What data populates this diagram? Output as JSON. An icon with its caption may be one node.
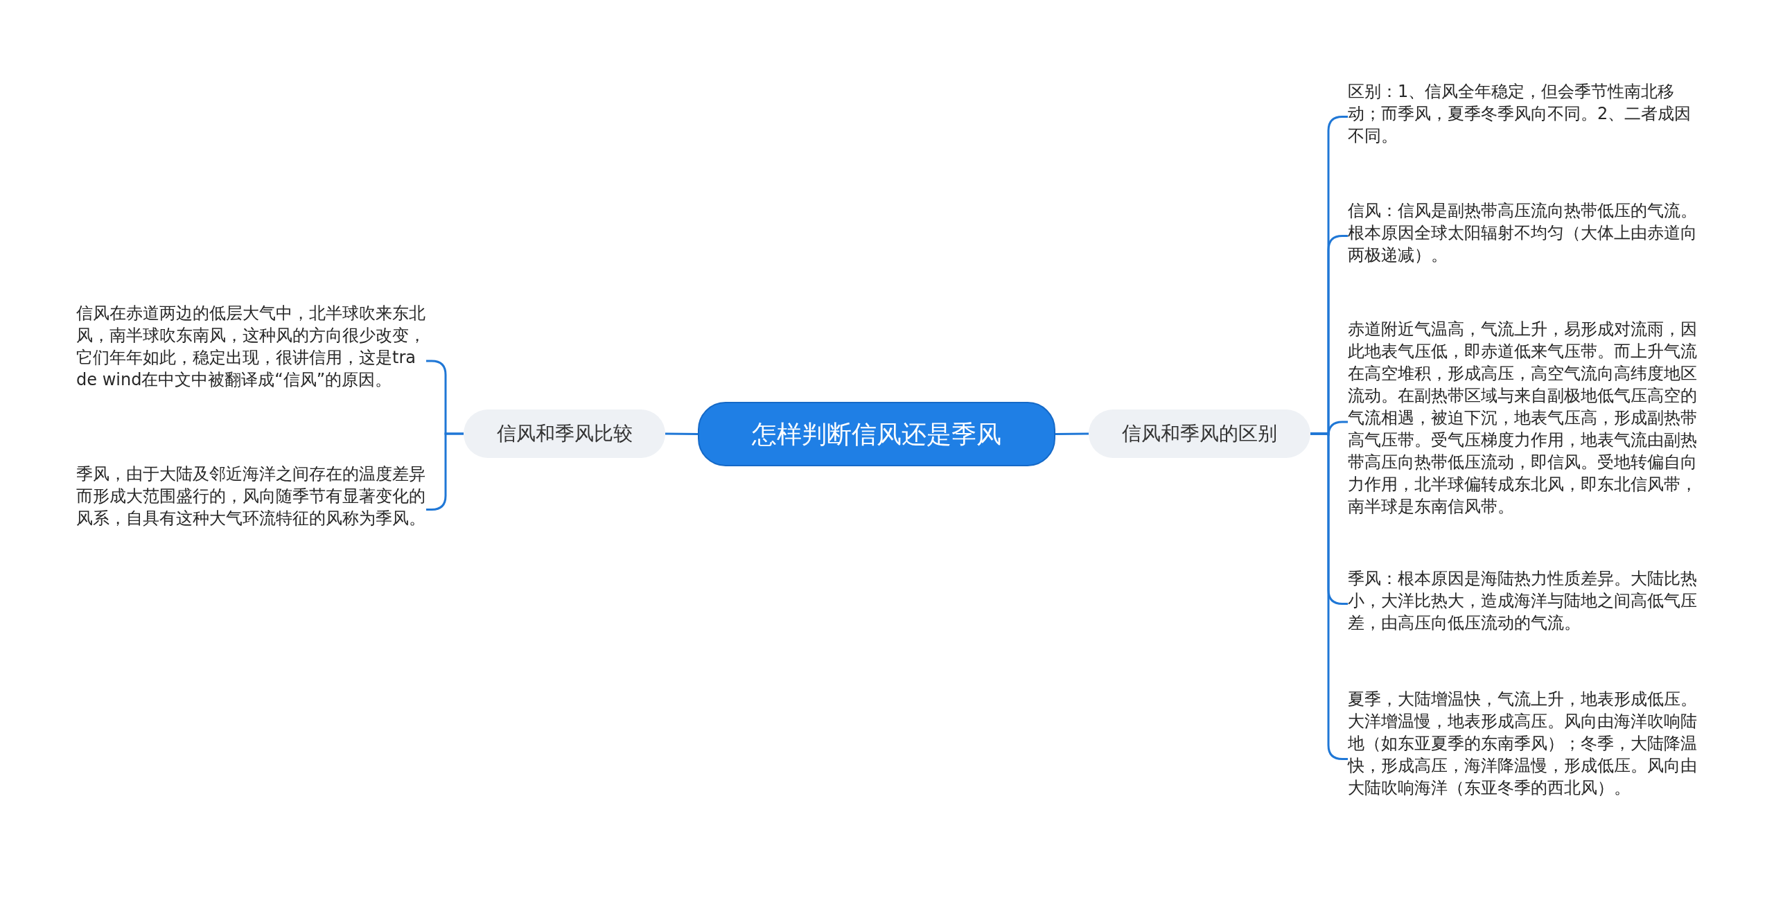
{
  "diagram": {
    "nodes": [
      {
        "text": [
          "怎样判断信风还是季风"
        ]
      },
      {
        "text": [
          "信风和季风比较"
        ]
      },
      {
        "text": [
          "信风在赤道两边的低层大气中，北半球吹来东北风，南半球吹东南风，这种风的方向很少改变，它们年年如此，稳定出现，很讲信用，这是trade wind在中文中被翻译成“信风”的原因。"
        ]
      },
      {
        "text": [
          "季风，由于大陆及邻近海洋之间存在的温度差异而形成大范围盛行的，风向随季节有显著变化的风系，自具有这种大气环流特征的风称为季风。"
        ]
      },
      {
        "text": [
          "信风和季风的区别"
        ]
      },
      {
        "text": [
          "区别：1、信风全年稳定，但会季节性南北移动；而季风，夏季冬季风向不同。2、二者成因不同。"
        ]
      },
      {
        "text": [
          "信风：信风是副热带高压流向热带低压的气流。根本原因全球太阳辐射不均匀（大体上由赤道向两极递减）。"
        ]
      },
      {
        "text": [
          "赤道附近气温高，气流上升，易形成对流雨，因此地表气压低，即赤道低来气压带。而上升气流在高空堆积，形成高压，高空气流向高纬度地区流动。在副热带区域与来自副极地低气压高空的气流相遇，被迫下沉，地表气压高，形成副热带高气压带。受气压梯度力作用，地表气流由副热带高压向热带低压流动，即信风。受地转偏自向力作用，北半球偏转成东北风，即东北信风带，南半球是东南信风带。"
        ]
      },
      {
        "text": [
          "季风：根本原因是海陆热力性质差异。大陆比热小，大洋比热大，造成海洋与陆地之间高低气压差，由高压向低压流动的气流。"
        ]
      },
      {
        "text": [
          "夏季，大陆增温快，气流上升，地表形成低压。大洋增温慢，地表形成高压。风向由海洋吹响陆地（如东亚夏季的东南季风）；冬季，大陆降温快，形成高压，海洋降温慢，形成低压。风向由大陆吹响海洋（东亚冬季的西北风）。"
        ]
      }
    ],
    "edges": [
      {
        "from": 0,
        "to": 1,
        "arrow": "none"
      },
      {
        "from": 1,
        "to": 2,
        "arrow": "none"
      },
      {
        "from": 1,
        "to": 3,
        "arrow": "none"
      },
      {
        "from": 0,
        "to": 4,
        "arrow": "none"
      },
      {
        "from": 4,
        "to": 5,
        "arrow": "none"
      },
      {
        "from": 4,
        "to": 6,
        "arrow": "none"
      },
      {
        "from": 4,
        "to": 7,
        "arrow": "none"
      },
      {
        "from": 4,
        "to": 8,
        "arrow": "none"
      },
      {
        "from": 4,
        "to": 9,
        "arrow": "none"
      }
    ]
  }
}
